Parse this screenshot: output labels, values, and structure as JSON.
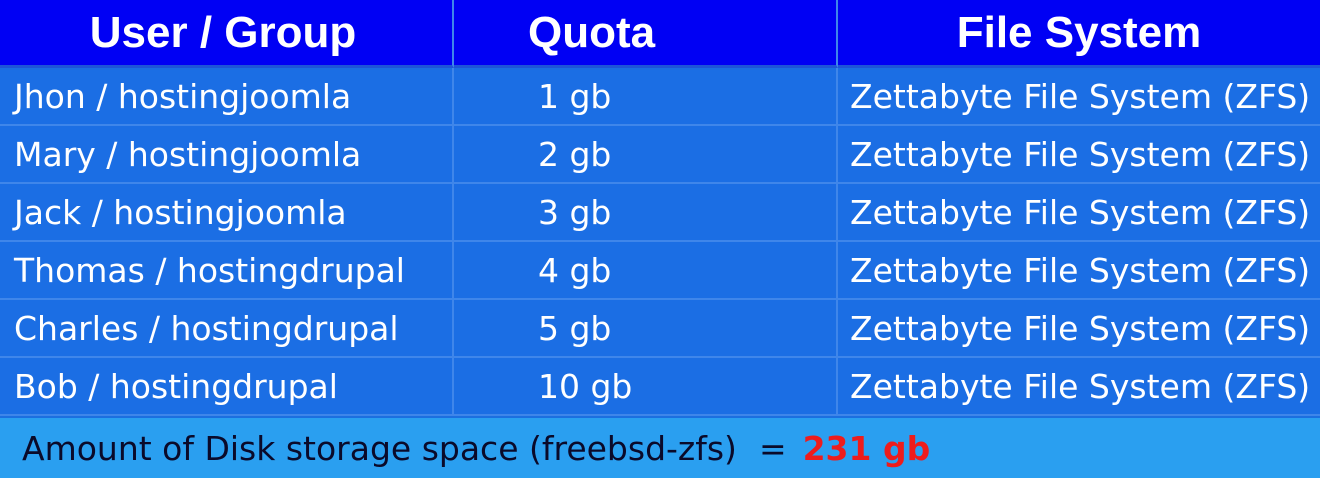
{
  "headers": [
    "User / Group",
    "Quota",
    "File System"
  ],
  "rows": [
    {
      "user_group": "Jhon / hostingjoomla",
      "quota": "1 gb",
      "file_system": "Zettabyte File System (ZFS)"
    },
    {
      "user_group": "Mary / hostingjoomla",
      "quota": "2 gb",
      "file_system": "Zettabyte File System (ZFS)"
    },
    {
      "user_group": "Jack / hostingjoomla",
      "quota": "3 gb",
      "file_system": "Zettabyte File System (ZFS)"
    },
    {
      "user_group": "Thomas / hostingdrupal",
      "quota": "4 gb",
      "file_system": "Zettabyte File System (ZFS)"
    },
    {
      "user_group": "Charles / hostingdrupal",
      "quota": "5 gb",
      "file_system": "Zettabyte File System (ZFS)"
    },
    {
      "user_group": "Bob / hostingdrupal",
      "quota": "10 gb",
      "file_system": "Zettabyte File System (ZFS)"
    }
  ],
  "footer": {
    "label": "Amount of Disk storage space (freebsd-zfs)",
    "equals": "=",
    "total": "231 gb"
  },
  "colors": {
    "header_bg": "#0000f4",
    "row_bg": "#1b6ee4",
    "footer_bg": "#2a9ff0",
    "total_text": "#ee1c1c"
  }
}
